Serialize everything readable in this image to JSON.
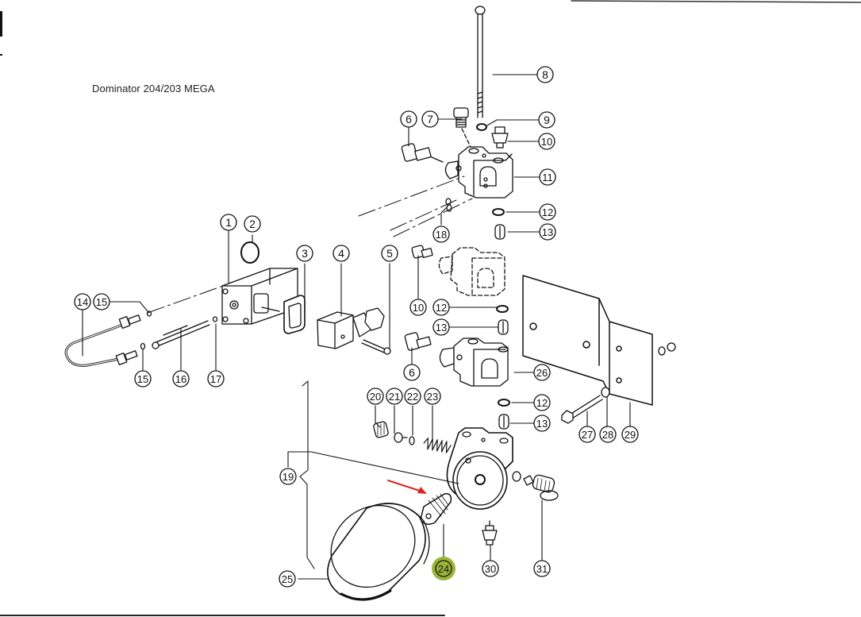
{
  "title": "Dominator 204/203 MEGA",
  "highlight_color": "#9bb53a",
  "arrow_color": "#e0201c",
  "line_color": "#111111",
  "highlighted_part": "24",
  "callouts": [
    {
      "id": "c1",
      "label": "1"
    },
    {
      "id": "c2",
      "label": "2"
    },
    {
      "id": "c3",
      "label": "3"
    },
    {
      "id": "c4",
      "label": "4"
    },
    {
      "id": "c5",
      "label": "5"
    },
    {
      "id": "c6a",
      "label": "6"
    },
    {
      "id": "c7",
      "label": "7"
    },
    {
      "id": "c8",
      "label": "8"
    },
    {
      "id": "c9",
      "label": "9"
    },
    {
      "id": "c10a",
      "label": "10"
    },
    {
      "id": "c11",
      "label": "11"
    },
    {
      "id": "c12a",
      "label": "12"
    },
    {
      "id": "c13a",
      "label": "13"
    },
    {
      "id": "c14",
      "label": "14"
    },
    {
      "id": "c15a",
      "label": "15"
    },
    {
      "id": "c15b",
      "label": "15"
    },
    {
      "id": "c16",
      "label": "16"
    },
    {
      "id": "c17",
      "label": "17"
    },
    {
      "id": "c18",
      "label": "18"
    },
    {
      "id": "c10b",
      "label": "10"
    },
    {
      "id": "c12b",
      "label": "12"
    },
    {
      "id": "c13b",
      "label": "13"
    },
    {
      "id": "c6b",
      "label": "6"
    },
    {
      "id": "c26",
      "label": "26"
    },
    {
      "id": "c12c",
      "label": "12"
    },
    {
      "id": "c13c",
      "label": "13"
    },
    {
      "id": "c20",
      "label": "20"
    },
    {
      "id": "c21",
      "label": "21"
    },
    {
      "id": "c22",
      "label": "22"
    },
    {
      "id": "c23",
      "label": "23"
    },
    {
      "id": "c27",
      "label": "27"
    },
    {
      "id": "c28",
      "label": "28"
    },
    {
      "id": "c29",
      "label": "29"
    },
    {
      "id": "c19",
      "label": "19"
    },
    {
      "id": "c24",
      "label": "24"
    },
    {
      "id": "c25",
      "label": "25"
    },
    {
      "id": "c30",
      "label": "30"
    },
    {
      "id": "c31",
      "label": "31"
    }
  ]
}
